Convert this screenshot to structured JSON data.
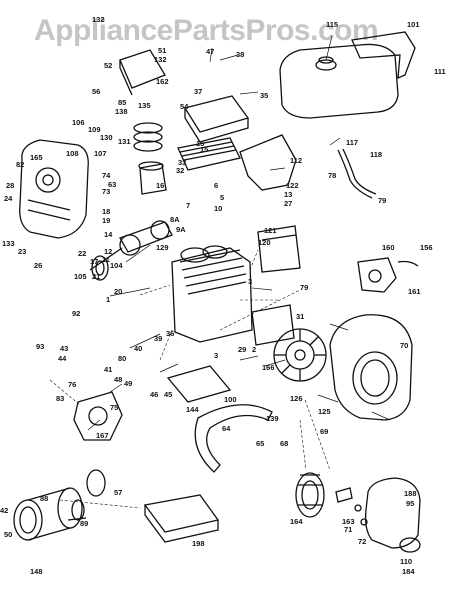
{
  "watermark": "AppliancePartsPros.com",
  "labels": [
    "132",
    "52",
    "51",
    "132",
    "56",
    "162",
    "85",
    "138",
    "135",
    "47",
    "38",
    "37",
    "115",
    "101",
    "111",
    "35",
    "106",
    "109",
    "130",
    "131",
    "15",
    "15",
    "54",
    "108",
    "107",
    "74",
    "165",
    "82",
    "28",
    "24",
    "73",
    "63",
    "18",
    "19",
    "14",
    "33",
    "32",
    "16",
    "6",
    "5",
    "7",
    "10",
    "8A",
    "9A",
    "112",
    "117",
    "118",
    "78",
    "122",
    "13",
    "27",
    "79",
    "133",
    "23",
    "26",
    "22",
    "17",
    "129",
    "12",
    "11",
    "104",
    "121",
    "120",
    "160",
    "156",
    "161",
    "105",
    "21",
    "20",
    "1",
    "3",
    "79",
    "92",
    "31",
    "93",
    "43",
    "44",
    "39",
    "36",
    "40",
    "80",
    "41",
    "48",
    "49",
    "29",
    "2",
    "166",
    "70",
    "76",
    "83",
    "75",
    "46",
    "45",
    "3",
    "144",
    "100",
    "126",
    "139",
    "125",
    "68",
    "69",
    "167",
    "64",
    "65",
    "88",
    "57",
    "42",
    "50",
    "89",
    "148",
    "198",
    "164",
    "163",
    "71",
    "72",
    "188",
    "95",
    "110",
    "184"
  ]
}
